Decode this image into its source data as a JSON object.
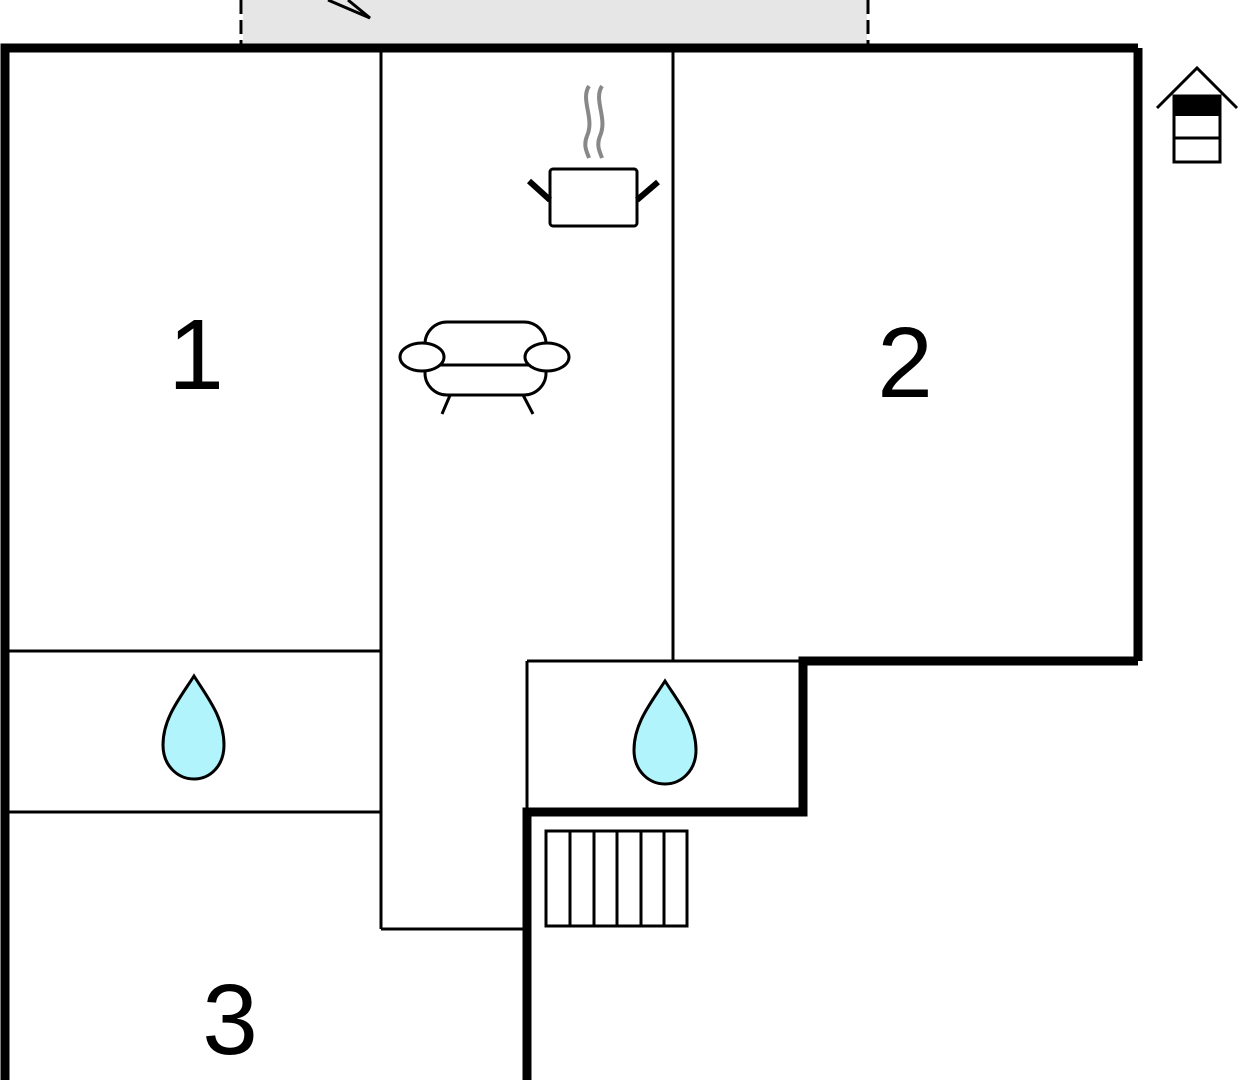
{
  "rooms": [
    {
      "label": "1",
      "type": "bedroom"
    },
    {
      "label": "2",
      "type": "bedroom"
    },
    {
      "label": "3",
      "type": "bedroom"
    }
  ],
  "icons": {
    "kitchen": "cooking-pot-icon",
    "living": "sofa-icon",
    "bathrooms": [
      "water-drop-icon",
      "water-drop-icon"
    ],
    "stairs": "stairs-icon",
    "floor_indicator": "house-floor-icon"
  },
  "colors": {
    "wall": "#000000",
    "water_drop": "#b2f4fb",
    "terrace": "#e6e6e6",
    "steam": "#888888",
    "floor_marker": "#000000"
  }
}
